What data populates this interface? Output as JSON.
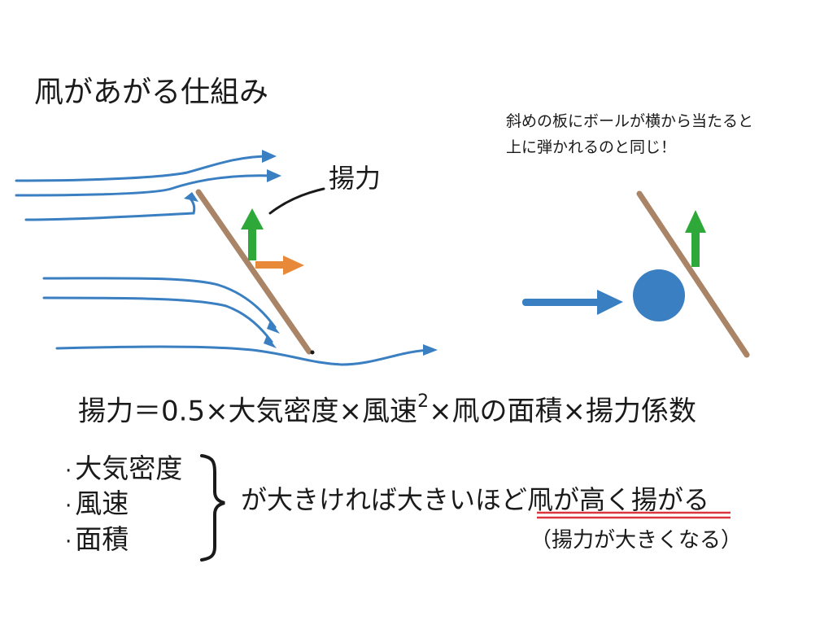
{
  "title": "凧があがる仕組み",
  "note": {
    "line1": "斜めの板にボールが横から当たると",
    "line2": "上に弾かれるのと同じ！"
  },
  "lift_label": "揚力",
  "formula": {
    "main": "揚力＝0.5×大気密度×風速",
    "exponent": "2",
    "rest": "×凧の面積×揚力係数"
  },
  "factors": [
    "大気密度",
    "風速",
    "面積"
  ],
  "bullet_mark": "·",
  "conclusion": {
    "prefix": "が大きければ大きいほど",
    "underlined": "凧が高く揚がる"
  },
  "sub_note": "（揚力が大きくなる）",
  "colors": {
    "wind": "#3a7fc1",
    "board": "#a98466",
    "lift_arrow": "#2fa83a",
    "drag_arrow": "#e8893a",
    "ball": "#3a7fc1",
    "underline": "#d9363e"
  }
}
